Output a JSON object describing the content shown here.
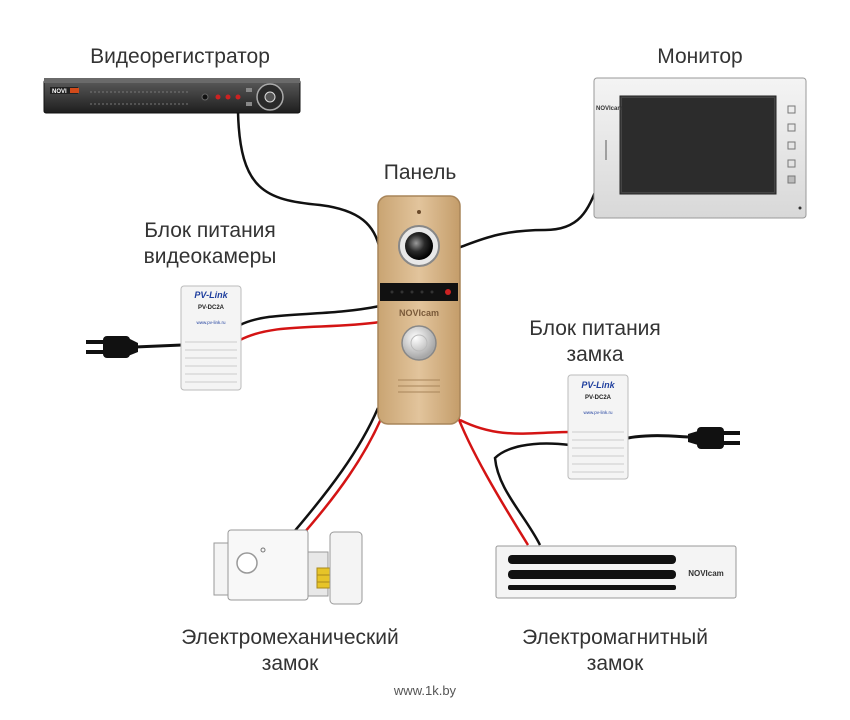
{
  "labels": {
    "dvr": "Видеорегистратор",
    "monitor": "Монитор",
    "panel": "Панель",
    "camera_psu_line1": "Блок питания",
    "camera_psu_line2": "видеокамеры",
    "lock_psu_line1": "Блок питания",
    "lock_psu_line2": "замка",
    "electromech_line1": "Электромеханический",
    "electromech_line2": "замок",
    "electromag_line1": "Электромагнитный",
    "electromag_line2": "замок"
  },
  "device_text": {
    "psu_brand": "PV-Link",
    "psu_model": "PV-DC2A",
    "psu_url": "www.pv-link.ru",
    "panel_brand": "NOVIcam",
    "dvr_brand": "NOVI",
    "monitor_brand": "NOVIcam",
    "maglock_brand": "NOVIcam"
  },
  "footer": "www.1k.by",
  "colors": {
    "wire_black": "#111111",
    "wire_red": "#d41414",
    "panel_body": "#d9b98f",
    "psu_body": "#f4f4f4",
    "psu_brand": "#1f3f9e"
  }
}
